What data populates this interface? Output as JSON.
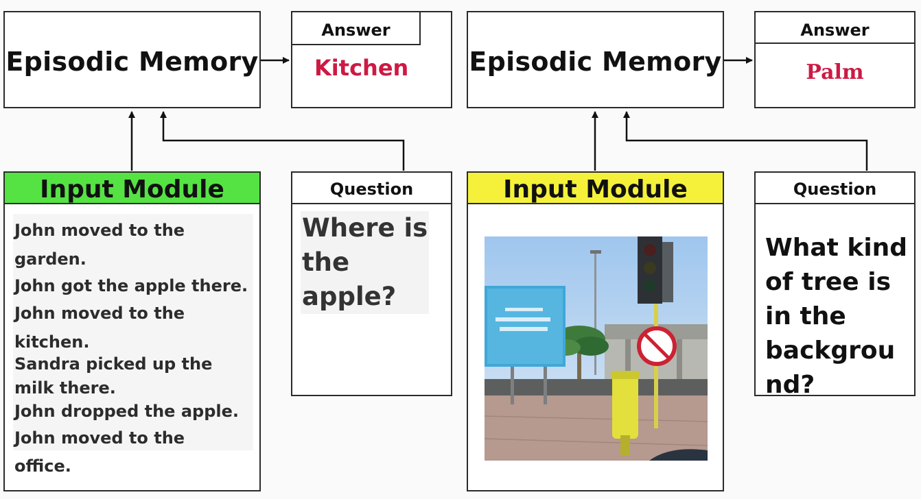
{
  "left": {
    "episodic_memory": "Episodic Memory",
    "answer_label": "Answer",
    "answer": "Kitchen",
    "input_module": "Input Module",
    "question_label": "Question",
    "question_lines": [
      "Where is",
      "the",
      "apple?"
    ],
    "story_lines": [
      " John moved to the",
      "garden.",
      " John got the apple there.",
      " John moved to the",
      "kitchen.",
      " Sandra picked up the",
      "milk there.",
      " John dropped the apple.",
      " John moved to the",
      "office."
    ]
  },
  "right": {
    "episodic_memory": "Episodic Memory",
    "answer_label": "Answer",
    "answer": "Palm",
    "input_module": "Input Module",
    "question_label": "Question",
    "question_lines": [
      "What kind",
      "of tree is",
      "in the",
      "backgrou",
      "nd?"
    ]
  },
  "colors": {
    "left_input_header": "#55e344",
    "right_input_header": "#f5f13a",
    "answer_text": "#cc1a44"
  }
}
